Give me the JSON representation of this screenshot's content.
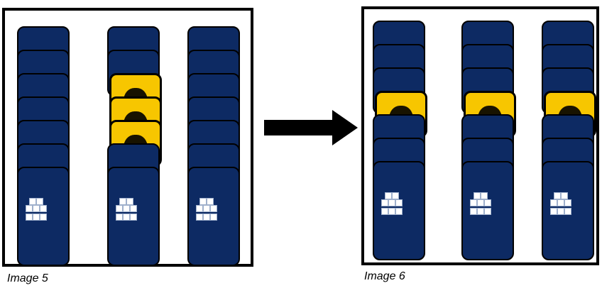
{
  "captions": {
    "image5": "Image 5",
    "image6": "Image 6"
  },
  "colors": {
    "card_blue": "#0d2a63",
    "card_yellow": "#f7c600",
    "frame": "#000000"
  },
  "icons": {
    "arrow": "right-arrow-icon",
    "logo": "cube-logo-icon"
  },
  "stacks": {
    "image5": [
      {
        "name": "stack-left",
        "pattern": [
          "blue",
          "blue",
          "blue",
          "blue",
          "blue",
          "blue",
          "blue"
        ]
      },
      {
        "name": "stack-middle",
        "pattern": [
          "blue",
          "blue",
          "yellow",
          "yellow",
          "yellow",
          "blue",
          "blue"
        ]
      },
      {
        "name": "stack-right",
        "pattern": [
          "blue",
          "blue",
          "blue",
          "blue",
          "blue",
          "blue",
          "blue"
        ]
      }
    ],
    "image6": [
      {
        "name": "stack-left",
        "pattern": [
          "blue",
          "blue",
          "blue",
          "yellow",
          "blue",
          "blue",
          "blue"
        ]
      },
      {
        "name": "stack-middle",
        "pattern": [
          "blue",
          "blue",
          "blue",
          "yellow",
          "blue",
          "blue",
          "blue"
        ]
      },
      {
        "name": "stack-right",
        "pattern": [
          "blue",
          "blue",
          "blue",
          "yellow",
          "blue",
          "blue",
          "blue"
        ]
      }
    ]
  }
}
